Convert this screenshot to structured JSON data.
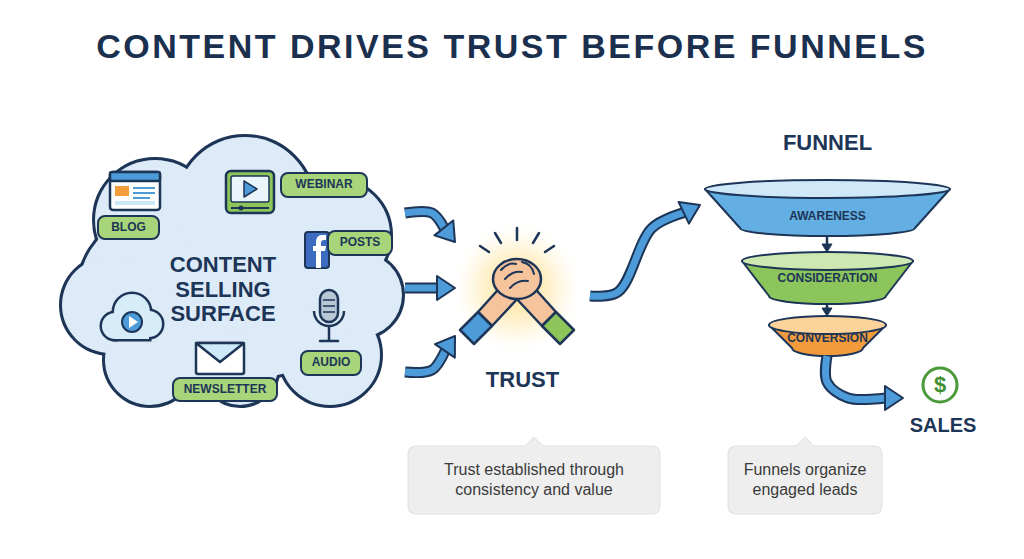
{
  "diagram": {
    "title": "CONTENT DRIVES TRUST BEFORE FUNNELS",
    "nodes": [
      {
        "text": [
          "CONTENT SELLING SURFACE"
        ]
      },
      {
        "text": [
          "WEBINAR"
        ],
        "in": 0
      },
      {
        "text": [
          "BLOG"
        ],
        "in": 0
      },
      {
        "text": [
          "POSTS"
        ],
        "in": 0
      },
      {
        "text": [
          "AUDIO"
        ],
        "in": 0
      },
      {
        "text": [
          "NEWSLETTER"
        ],
        "in": 0
      },
      {
        "text": [
          "TRUST"
        ]
      },
      {
        "text": [
          "Trust established through consistency and value"
        ]
      },
      {
        "text": [
          "FUNNEL"
        ]
      },
      {
        "text": [
          "AWARENESS"
        ],
        "in": 8
      },
      {
        "text": [
          "CONSIDERATION"
        ],
        "in": 8
      },
      {
        "text": [
          "CONVERSION"
        ],
        "in": 8
      },
      {
        "text": [
          "Funnels organize engaged leads"
        ]
      },
      {
        "text": [
          "$",
          "SALES"
        ]
      }
    ],
    "edges": [
      {
        "from": 0,
        "to": 6,
        "arrow": "to"
      },
      {
        "from": 0,
        "to": 6,
        "arrow": "to"
      },
      {
        "from": 0,
        "to": 6,
        "arrow": "to"
      },
      {
        "from": 6,
        "to": 8,
        "arrow": "to"
      },
      {
        "from": 9,
        "to": 10,
        "arrow": "to"
      },
      {
        "from": 10,
        "to": 11,
        "arrow": "to"
      },
      {
        "from": 11,
        "to": 13,
        "arrow": "to"
      }
    ]
  }
}
